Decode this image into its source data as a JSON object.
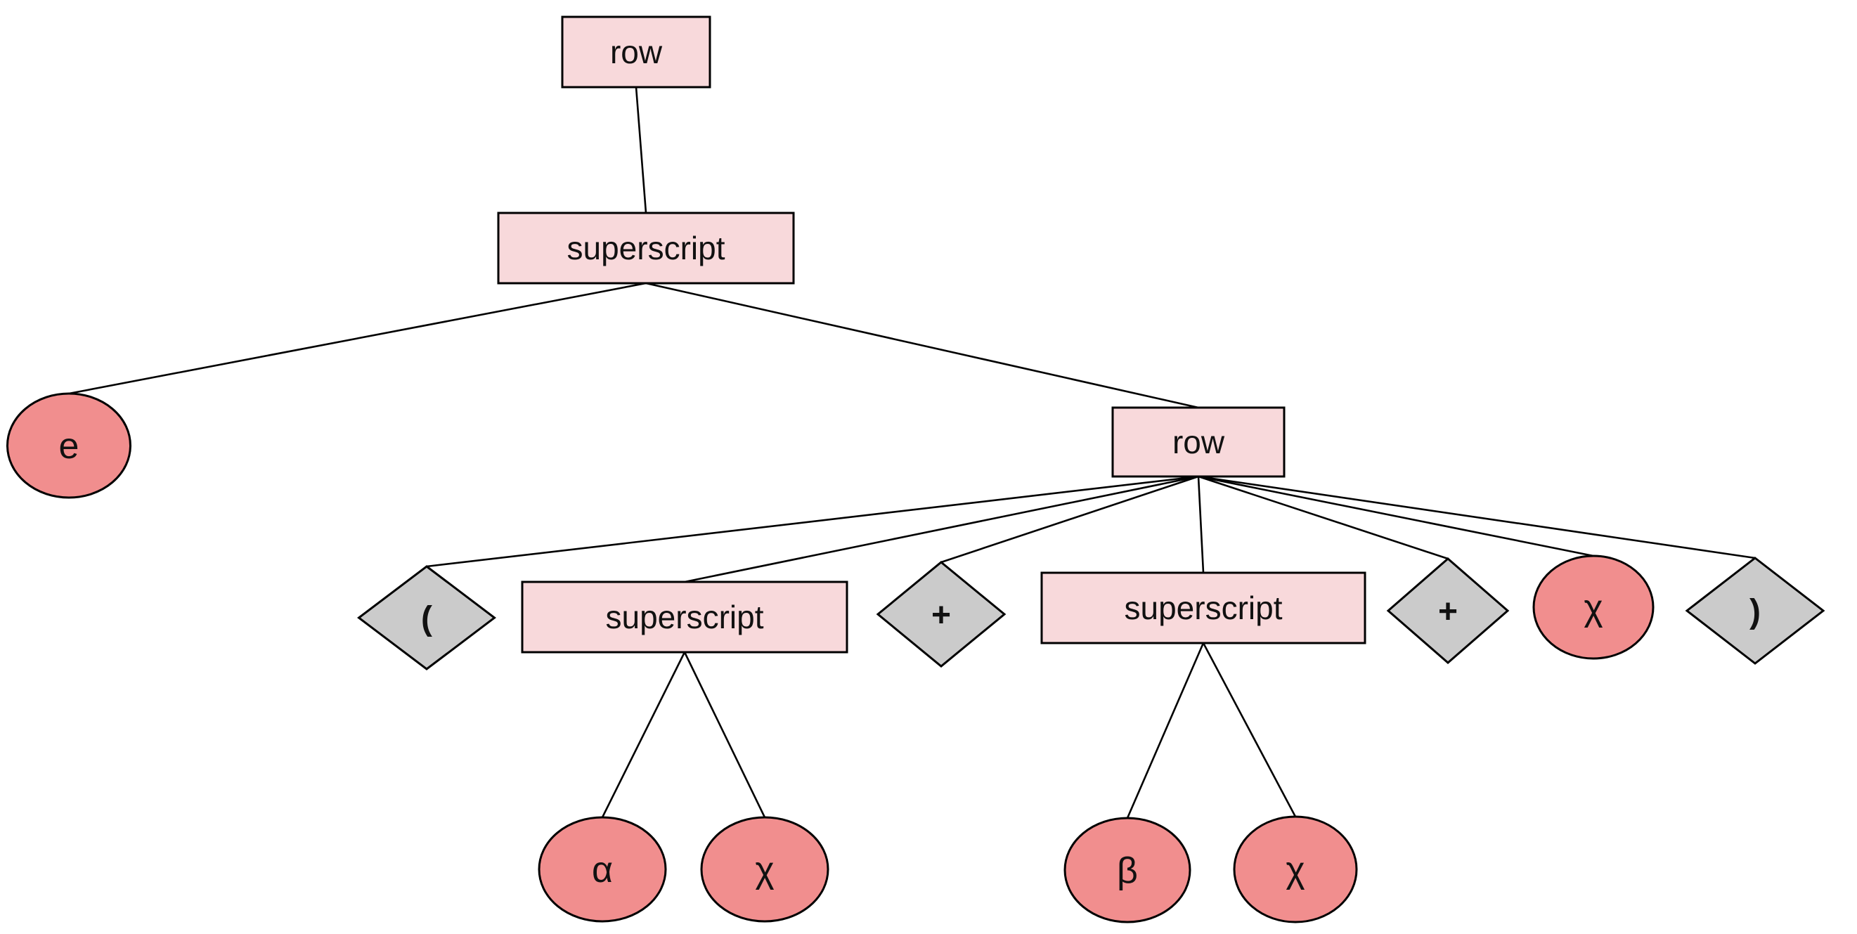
{
  "diagram": {
    "background_color": "#ffffff",
    "line_color": "#000000",
    "palette": {
      "row_superscript_fill": "#f8d9db",
      "terminal_fill": "#f18e8e",
      "operator_fill": "#cbcbcb",
      "border_color": "#000000"
    },
    "nodes": [
      {
        "id": "row-1",
        "label": "row",
        "shape": "rect"
      },
      {
        "id": "superscript-a",
        "label": "superscript",
        "shape": "rect"
      },
      {
        "id": "e",
        "label": "e",
        "shape": "ellipse"
      },
      {
        "id": "row-2",
        "label": "row",
        "shape": "rect"
      },
      {
        "id": "lparen",
        "label": "(",
        "shape": "diamond"
      },
      {
        "id": "superscript-b",
        "label": "superscript",
        "shape": "rect"
      },
      {
        "id": "plus-1",
        "label": "+",
        "shape": "diamond"
      },
      {
        "id": "superscript-c",
        "label": "superscript",
        "shape": "rect"
      },
      {
        "id": "plus-2",
        "label": "+",
        "shape": "diamond"
      },
      {
        "id": "chi-top",
        "label": "χ",
        "shape": "ellipse"
      },
      {
        "id": "rparen",
        "label": ")",
        "shape": "diamond"
      },
      {
        "id": "alpha",
        "label": "α",
        "shape": "ellipse"
      },
      {
        "id": "chi-1",
        "label": "χ",
        "shape": "ellipse"
      },
      {
        "id": "beta",
        "label": "β",
        "shape": "ellipse"
      },
      {
        "id": "chi-2",
        "label": "χ",
        "shape": "ellipse"
      }
    ],
    "edges": [
      [
        "row-1",
        "superscript-a"
      ],
      [
        "superscript-a",
        "e"
      ],
      [
        "superscript-a",
        "row-2"
      ],
      [
        "row-2",
        "lparen"
      ],
      [
        "row-2",
        "superscript-b"
      ],
      [
        "row-2",
        "plus-1"
      ],
      [
        "row-2",
        "superscript-c"
      ],
      [
        "row-2",
        "plus-2"
      ],
      [
        "row-2",
        "chi-top"
      ],
      [
        "row-2",
        "rparen"
      ],
      [
        "superscript-b",
        "alpha"
      ],
      [
        "superscript-b",
        "chi-1"
      ],
      [
        "superscript-c",
        "beta"
      ],
      [
        "superscript-c",
        "chi-2"
      ]
    ]
  }
}
